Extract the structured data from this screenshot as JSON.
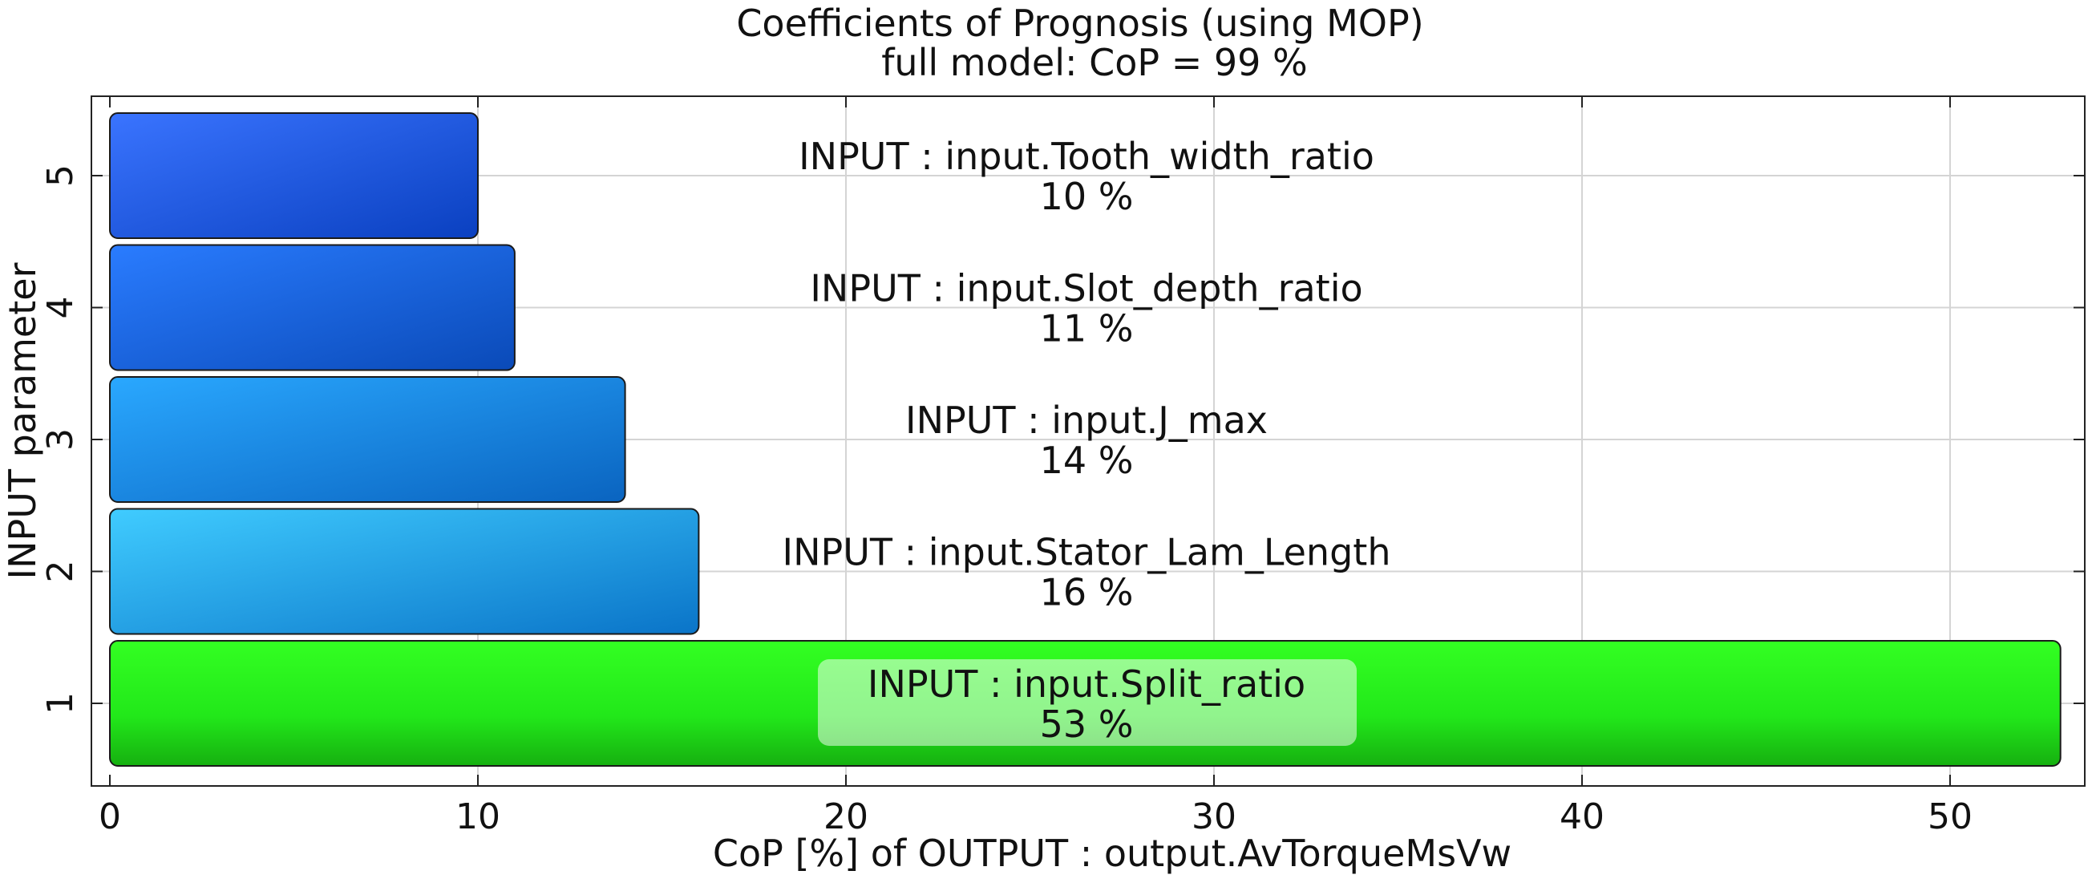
{
  "chart_data": {
    "type": "bar",
    "orientation": "horizontal",
    "title": "Coefficients of Prognosis (using MOP)",
    "subtitle": "full model: CoP = 99 %",
    "xlabel": "CoP [%] of OUTPUT : output.AvTorqueMsVw",
    "ylabel": "INPUT parameter",
    "xlim": [
      0,
      54
    ],
    "xticks": [
      0,
      10,
      20,
      30,
      40,
      50
    ],
    "categories": [
      "1",
      "2",
      "3",
      "4",
      "5"
    ],
    "values": [
      53,
      16,
      14,
      11,
      10
    ],
    "bar_labels": [
      "INPUT : input.Split_ratio",
      "INPUT : input.Stator_Lam_Length",
      "INPUT : input.J_max",
      "INPUT : input.Slot_depth_ratio",
      "INPUT : input.Tooth_width_ratio"
    ],
    "value_labels": [
      "53 %",
      "16 %",
      "14 %",
      "11 %",
      "10 %"
    ],
    "colors": {
      "highlight_bar": "#22e81a",
      "bar_light": "#3ab4ff",
      "bar_dark": "#0a4cd6"
    },
    "grid": true
  }
}
